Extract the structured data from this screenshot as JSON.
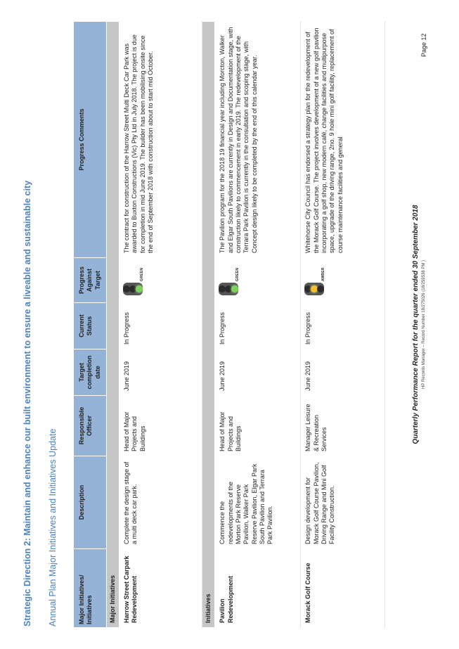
{
  "heading": "Strategic Direction 2: Maintain and enhance our built environment to ensure a liveable and sustainable city",
  "subheading": "Annual Plan Major Initiatives and Initiatives Update",
  "table": {
    "headers": {
      "initiative": "Major Initiatives/ Initiatives",
      "description": "Description",
      "officer": "Responsible Officer",
      "target": "Target completion date",
      "status": "Current Status",
      "progress": "Progress Against Target",
      "comments": "Progress Comments"
    },
    "band_major": "Major Initiatives",
    "band_initiatives": "Initiatives",
    "rows": [
      {
        "name": "Harrow Street Carpark Redevelopment",
        "description": "Complete the design stage of a multi deck car park.",
        "officer": "Head of Major Projects and Buildings",
        "target": "June 2019",
        "status": "In Progress",
        "rating": "GREEN",
        "rating_color": "#7dd35c",
        "comments": "The contract for construction of the Harrow Street Multi Deck Car Park was awarded to Buxton Constructions (Vic) Pty Ltd in July 2018. The project is due for completion in mid June 2019. The builder has been mobilising onsite since the end of September 2018 with construction about to start mid October."
      },
      {
        "name": "Pavilion Redevelopment",
        "description": "Commence the redevelopments of the Morton Park Reserve Pavilion, Walker Park Reserve Pavilion, Elgar Park South Pavilion and Terrara Park Pavilion.",
        "officer": "Head of Major Projects and Buildings",
        "target": "June 2019",
        "status": "In Progress",
        "rating": "GREEN",
        "rating_color": "#7dd35c",
        "comments": "The Pavilion program for the 2018 19 financial year including Morcton, Walker and Elgar South Pavilions are currently in Design and Documentation stage, with construction likely to commencement in early 2019. The redevelopment of the Terrara Park Pavilion is currently in the consultation and scoping stage, with Concept design likely to be completed by the end of this calendar year."
      },
      {
        "name": "Morack Golf Course",
        "description": "Design development for Morack Golf Course Pavilion, Driving Range and Mini Golf Facility Construction.",
        "officer": "Manager Leisure & Recreation Services",
        "target": "June 2019",
        "status": "In Progress",
        "rating": "AMBER",
        "rating_color": "#f2c12e",
        "comments": "Whitehorse City Council has endorsed a strategy plan for the redevelopment of the Morack Golf Course. The project involves development of a new golf pavilion incorporating a golf shop, new modern café, change facilities and multipurpose space, upgrade of the driving range, 2no. 9 hole mini golf facility, replacement of course maintenance facilities and general"
      }
    ]
  },
  "footer": {
    "title": "Quarterly Performance Report for the quarter ended 30 September 2018",
    "record": "HP Records Manager – Record Number 18/275026 (18/259538 PM )",
    "page": "Page 12"
  }
}
